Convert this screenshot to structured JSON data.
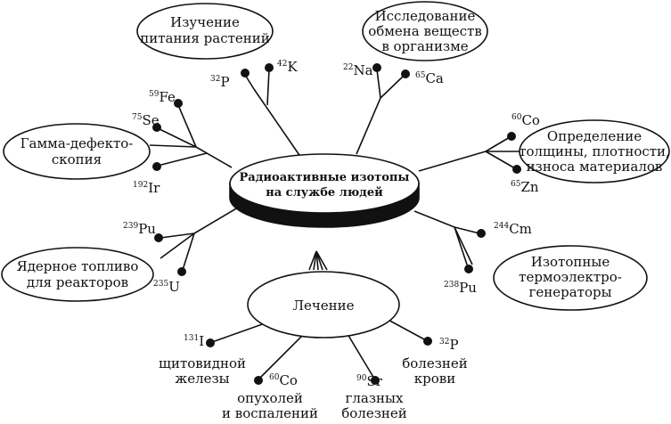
{
  "center": {
    "line1": "Радиоактивные изотопы",
    "line2": "на службе людей"
  },
  "nodes": {
    "plants": {
      "line1": "Изучение",
      "line2": "питания растений"
    },
    "metabolism": {
      "line1": "Исследование",
      "line2": "обмена веществ",
      "line3": "в организме"
    },
    "gamma": {
      "line1": "Гамма-дефекто-",
      "line2": "скопия"
    },
    "thickness": {
      "line1": "Определение",
      "line2": "толщины, плотности,",
      "line3": "износа материалов"
    },
    "fuel": {
      "line1": "Ядерное топливо",
      "line2": "для реакторов"
    },
    "thermo": {
      "line1": "Изотопные",
      "line2": "термоэлектро-",
      "line3": "генераторы"
    },
    "treatment": {
      "line1": "Лечение"
    }
  },
  "isotopes": {
    "p32_top": {
      "mass": "32",
      "sym": "P"
    },
    "k42": {
      "mass": "42",
      "sym": "K"
    },
    "na22": {
      "mass": "22",
      "sym": "Na"
    },
    "ca65": {
      "mass": "65",
      "sym": "Ca"
    },
    "fe59": {
      "mass": "59",
      "sym": "Fe"
    },
    "se75": {
      "mass": "75",
      "sym": "Se"
    },
    "ir192": {
      "mass": "192",
      "sym": "Ir"
    },
    "co60_top": {
      "mass": "60",
      "sym": "Co"
    },
    "zn65": {
      "mass": "65",
      "sym": "Zn"
    },
    "pu239": {
      "mass": "239",
      "sym": "Pu"
    },
    "u235": {
      "mass": "235",
      "sym": "U"
    },
    "cm244": {
      "mass": "244",
      "sym": "Cm"
    },
    "pu238": {
      "mass": "238",
      "sym": "Pu"
    },
    "i131": {
      "mass": "131",
      "sym": "I"
    },
    "co60_bottom": {
      "mass": "60",
      "sym": "Co"
    },
    "sr90": {
      "mass": "90",
      "sym": "Sr"
    },
    "p32_bottom": {
      "mass": "32",
      "sym": "P"
    }
  },
  "treatment_uses": {
    "i131": {
      "line1": "щитовидной",
      "line2": "железы"
    },
    "co60": {
      "line1": "опухолей",
      "line2": "и воспалений"
    },
    "sr90": {
      "line1": "глазных",
      "line2": "болезней"
    },
    "p32": {
      "line1": "болезней",
      "line2": "крови"
    }
  },
  "colors": {
    "ink": "#111111",
    "background": "#ffffff"
  }
}
